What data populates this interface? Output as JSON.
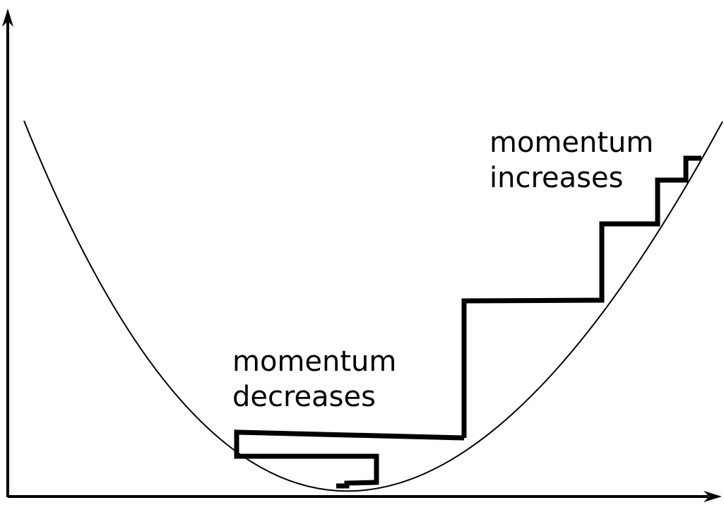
{
  "annotations": {
    "increases": {
      "line1": "momentum",
      "line2": "increases"
    },
    "decreases": {
      "line1": "momentum",
      "line2": "decreases"
    }
  },
  "colors": {
    "stroke": "#000000",
    "background": "#ffffff"
  }
}
